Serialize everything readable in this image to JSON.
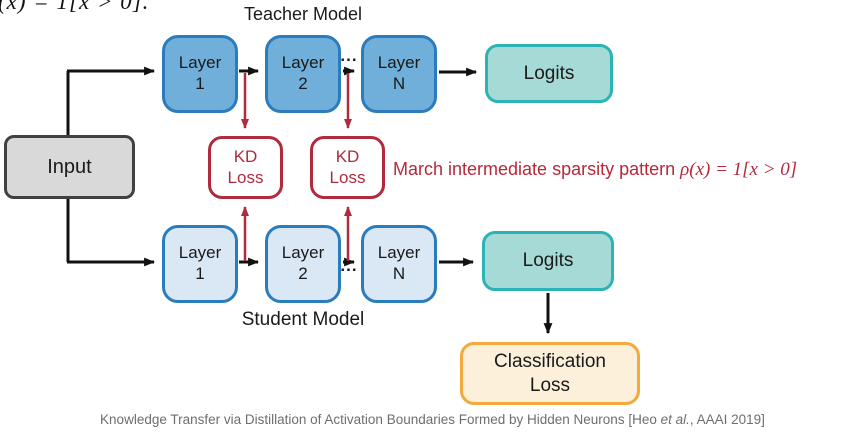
{
  "top_formula": "(x) = 1[x > 0].",
  "input_label": "Input",
  "teacher": {
    "title": "Teacher Model",
    "layers": [
      {
        "line1": "Layer",
        "line2": "1"
      },
      {
        "line1": "Layer",
        "line2": "2"
      },
      {
        "line1": "Layer",
        "line2": "N"
      }
    ],
    "dots": "...",
    "logits_label": "Logits"
  },
  "student": {
    "title": "Student Model",
    "layers": [
      {
        "line1": "Layer",
        "line2": "1"
      },
      {
        "line1": "Layer",
        "line2": "2"
      },
      {
        "line1": "Layer",
        "line2": "N"
      }
    ],
    "dots": "...",
    "logits_label": "Logits"
  },
  "kd_boxes": [
    {
      "line1": "KD",
      "line2": "Loss"
    },
    {
      "line1": "KD",
      "line2": "Loss"
    }
  ],
  "annotation": {
    "text": "March intermediate sparsity pattern ",
    "formula": "ρ(x) = 1[x > 0]"
  },
  "classification": {
    "line1": "Classification",
    "line2": "Loss"
  },
  "caption": {
    "part1": "Knowledge Transfer via Distillation of Activation Boundaries Formed by Hidden Neurons [Heo ",
    "italic": "et al.",
    "part2": ", AAAI 2019]"
  },
  "colors": {
    "teacher_layer_fill": "#6FAFD9",
    "student_layer_fill": "#DAE8F6",
    "layer_border": "#2B7CBD",
    "logits_fill": "#A6DAD7",
    "logits_border": "#2BB3B5",
    "input_fill": "#D9D9D9",
    "input_border": "#414141",
    "kd_red": "#AF2B3D",
    "annotation_red": "#B5293B",
    "classification_fill": "#FCF0DA",
    "classification_border": "#F4A93C",
    "caption_gray": "#6E6E6E",
    "line_black": "#111111"
  }
}
